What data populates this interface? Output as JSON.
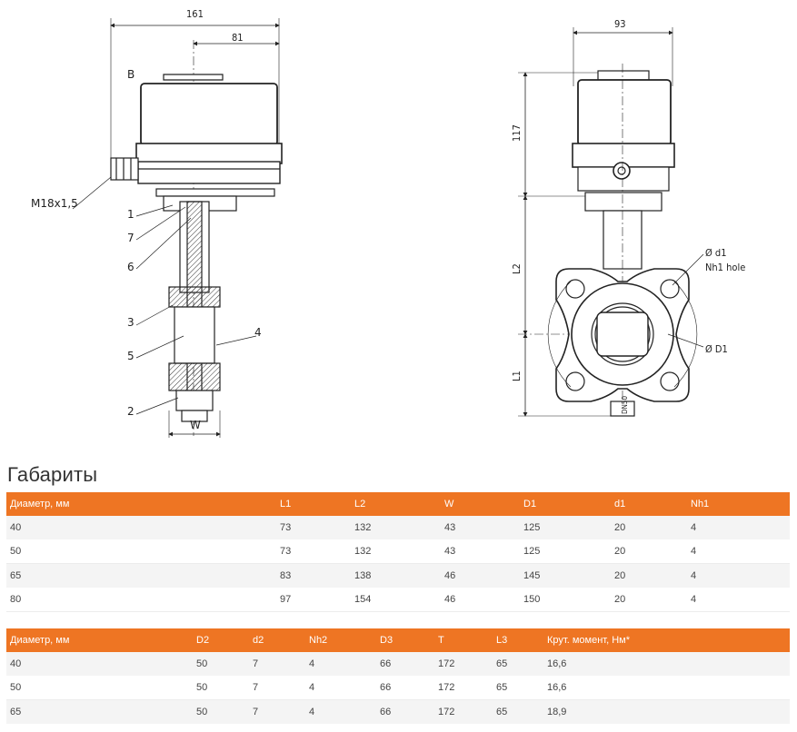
{
  "drawing": {
    "dim_161": "161",
    "dim_81": "81",
    "dim_93": "93",
    "dim_117": "117",
    "dim_L2": "L2",
    "dim_L1": "L1",
    "label_B": "B",
    "label_M18": "M18x1,5",
    "callouts": [
      "1",
      "7",
      "6",
      "3",
      "5",
      "2",
      "4"
    ],
    "label_W": "W",
    "label_d1": "Ø d1",
    "label_nh": "Nh1 hole",
    "label_D1": "Ø D1",
    "stamp": "DN50"
  },
  "heading": "Габариты",
  "table1": {
    "headers": [
      "Диаметр, мм",
      "L1",
      "L2",
      "W",
      "D1",
      "d1",
      "Nh1"
    ],
    "rows": [
      [
        "40",
        "73",
        "132",
        "43",
        "125",
        "20",
        "4"
      ],
      [
        "50",
        "73",
        "132",
        "43",
        "125",
        "20",
        "4"
      ],
      [
        "65",
        "83",
        "138",
        "46",
        "145",
        "20",
        "4"
      ],
      [
        "80",
        "97",
        "154",
        "46",
        "150",
        "20",
        "4"
      ]
    ]
  },
  "table2": {
    "headers": [
      "Диаметр, мм",
      "D2",
      "d2",
      "Nh2",
      "D3",
      "T",
      "L3",
      "Крут. момент, Нм*"
    ],
    "rows": [
      [
        "40",
        "50",
        "7",
        "4",
        "66",
        "172",
        "65",
        "16,6"
      ],
      [
        "50",
        "50",
        "7",
        "4",
        "66",
        "172",
        "65",
        "16,6"
      ],
      [
        "65",
        "50",
        "7",
        "4",
        "66",
        "172",
        "65",
        "18,9"
      ]
    ]
  },
  "colors": {
    "header_bg": "#ee7523",
    "row_alt": "#f4f4f4"
  }
}
